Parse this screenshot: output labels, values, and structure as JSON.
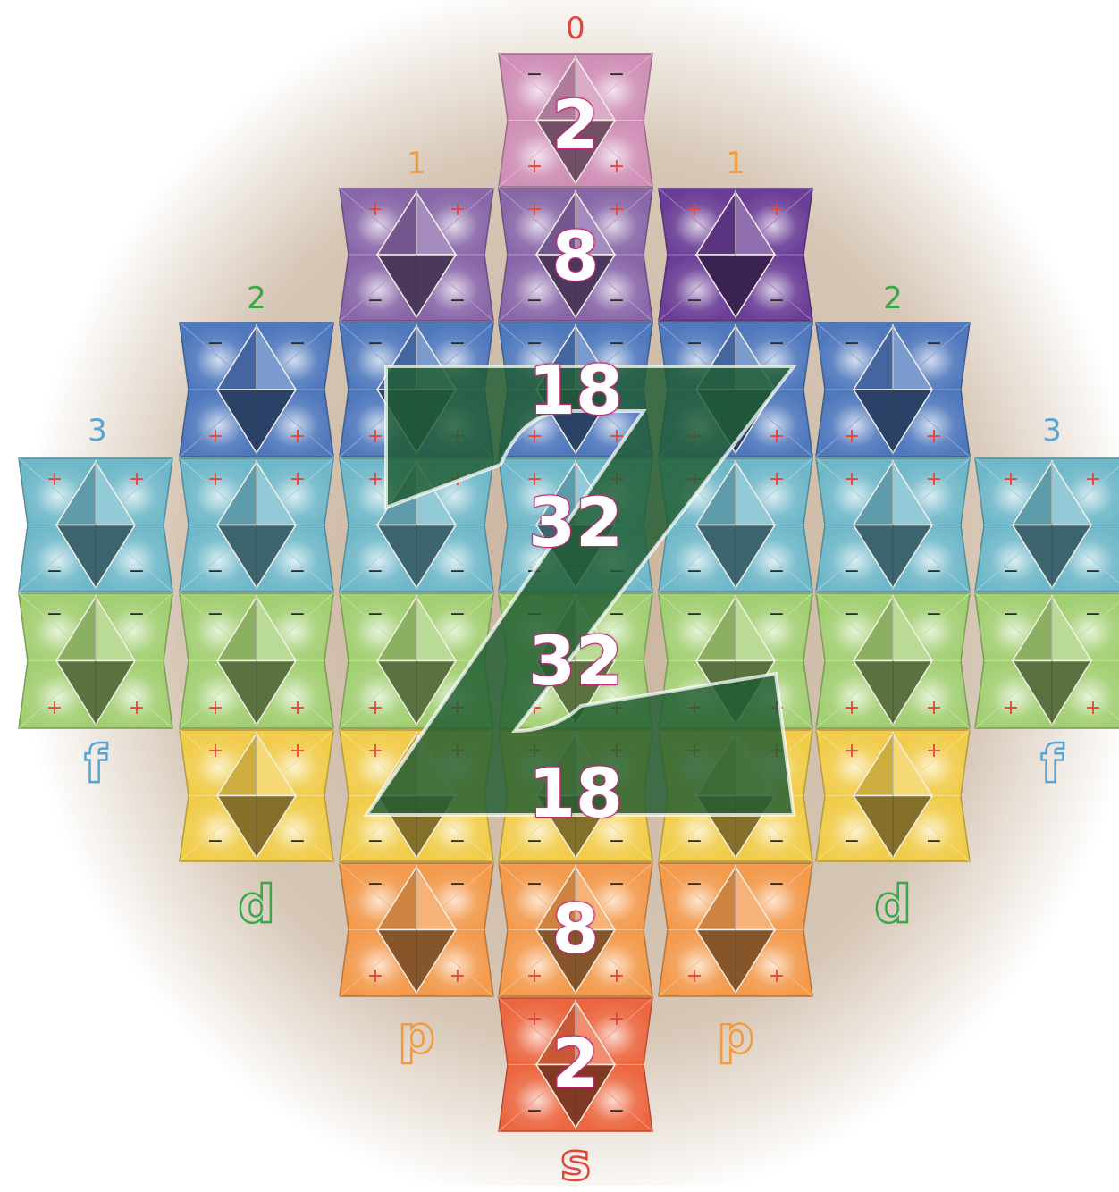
{
  "colors": {
    "background_glow": "#c9b49e",
    "period_0": "#cf8fb6",
    "period_1_a": "#8866a8",
    "period_1_b": "#6a3d96",
    "period_2": "#4f78bd",
    "period_3": "#6fb8c9",
    "period_4": "#a3cf73",
    "period_5": "#f1cc4a",
    "period_6": "#f39a4c",
    "period_7": "#ec6740",
    "z_fill": "#1f5b31",
    "label_red": "#e5463a",
    "label_orange": "#f19a3f",
    "label_green": "#3aa64a",
    "label_blue": "#5ba4cf",
    "magic_outline": "#c02a78"
  },
  "level_numbers": [
    {
      "text": "0",
      "color": "#e5463a"
    },
    {
      "text": "1",
      "color": "#f19a3f"
    },
    {
      "text": "1",
      "color": "#f19a3f"
    },
    {
      "text": "2",
      "color": "#3aa64a"
    },
    {
      "text": "2",
      "color": "#3aa64a"
    },
    {
      "text": "3",
      "color": "#5ba4cf"
    },
    {
      "text": "3",
      "color": "#5ba4cf"
    }
  ],
  "subshell_labels": [
    {
      "text": "f",
      "color": "#5ba4cf"
    },
    {
      "text": "f",
      "color": "#5ba4cf"
    },
    {
      "text": "d",
      "color": "#3aa64a"
    },
    {
      "text": "d",
      "color": "#3aa64a"
    },
    {
      "text": "p",
      "color": "#f19a3f"
    },
    {
      "text": "p",
      "color": "#f19a3f"
    },
    {
      "text": "s",
      "color": "#e5463a"
    }
  ],
  "big_letter": "Z",
  "magic_numbers": [
    "2",
    "8",
    "18",
    "32",
    "32",
    "18",
    "8",
    "2"
  ],
  "charge_signs": {
    "plus": "+",
    "minus": "−"
  }
}
